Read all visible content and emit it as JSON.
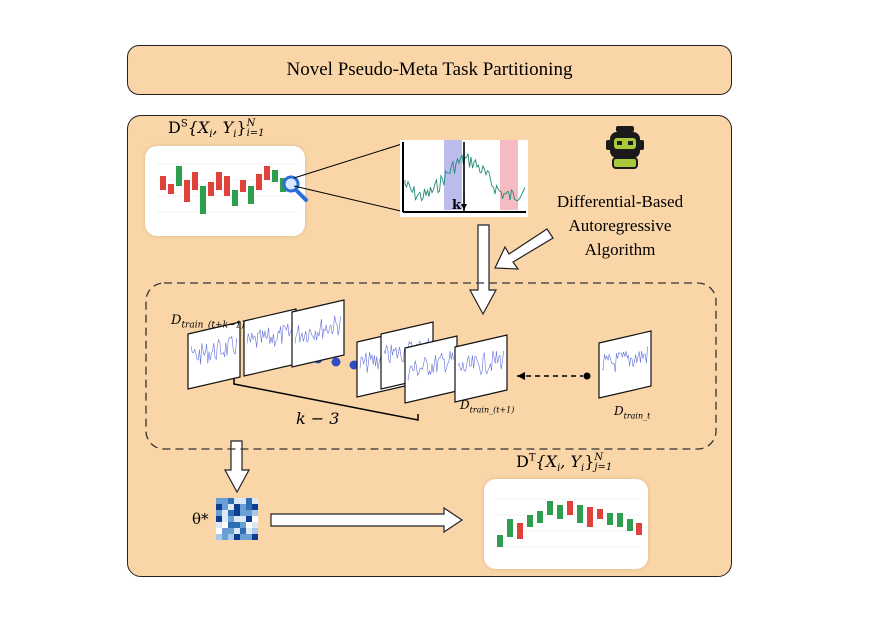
{
  "header": {
    "title": "Novel Pseudo-Meta Task Partitioning"
  },
  "source_dataset": {
    "label_main": "D",
    "label_sup": "S",
    "label_body": "{X",
    "label_i": "i",
    "label_mid": ", Y",
    "label_i2": "i",
    "label_close": "}",
    "label_limit_upper": "N",
    "label_limit_lower": "i=1"
  },
  "target_dataset": {
    "label_main": "D",
    "label_sup": "T",
    "label_body": "{X",
    "label_i": "i",
    "label_mid": ", Y",
    "label_i2": "i",
    "label_close": "}",
    "label_limit_upper": "N",
    "label_limit_lower": "j=1"
  },
  "zoom_plot": {
    "window_label": "k"
  },
  "algorithm": {
    "line1": "Differential-Based",
    "line2": "Autoregressive",
    "line3": "Algorithm"
  },
  "tasks": {
    "first_label": "D",
    "first_sub": "train_(t+k−1)",
    "next_label": "D",
    "next_sub": "train_(t+1)",
    "last_label": "D",
    "last_sub": "train_t",
    "gap_label": "k − 3"
  },
  "params": {
    "theta_label": "θ*"
  },
  "colors": {
    "panel": "#f9d5a7",
    "up": "#2e9e4f",
    "down": "#e0413b",
    "arrow_fill": "#ffffff",
    "series": "#4a5bd6",
    "highlight_blue": "#8f8fe0",
    "highlight_red": "#f0a0a8"
  }
}
